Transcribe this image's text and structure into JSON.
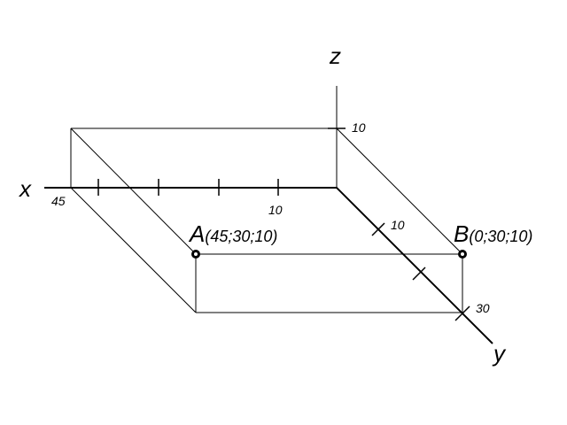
{
  "axes": {
    "x": "x",
    "y": "y",
    "z": "z"
  },
  "tick_labels": {
    "x_45": "45",
    "x_10": "10",
    "y_10": "10",
    "y_30": "30",
    "z_10": "10"
  },
  "points": [
    {
      "letter": "A",
      "coords": "(45;30;10)"
    },
    {
      "letter": "B",
      "coords": "(0;30;10)"
    }
  ]
}
